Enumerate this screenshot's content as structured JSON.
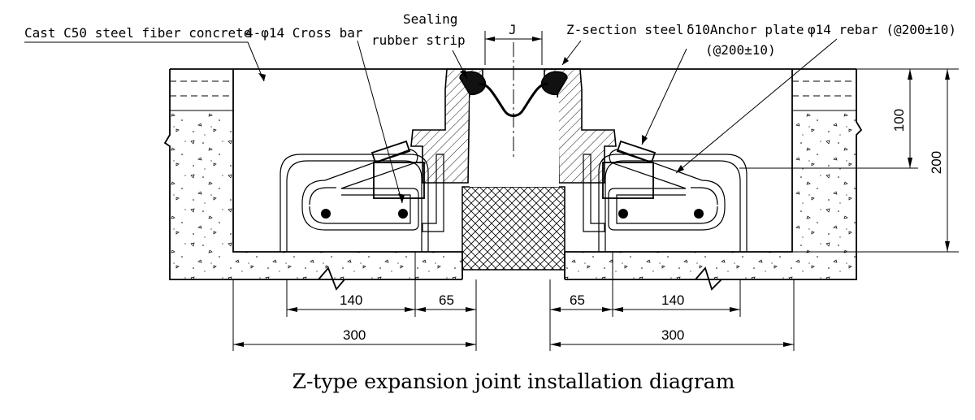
{
  "labels": {
    "concrete": "Cast C50 steel fiber concrete",
    "crossbar": "4-φ14 Cross bar",
    "sealing_line1": "Sealing",
    "sealing_line2": "rubber strip",
    "gap": "J",
    "zsteel": "Z-section steel",
    "anchor_line1": "δ10Anchor plate",
    "anchor_line2": "(@200±10)",
    "rebar": "φ14 rebar (@200±10)"
  },
  "dimensions": {
    "left_140": "140",
    "left_65": "65",
    "left_300": "300",
    "right_65": "65",
    "right_140": "140",
    "right_300": "300",
    "height_100": "100",
    "height_200": "200"
  },
  "caption": "Z-type expansion joint installation diagram",
  "colors": {
    "ink": "#000000",
    "background": "#ffffff"
  }
}
